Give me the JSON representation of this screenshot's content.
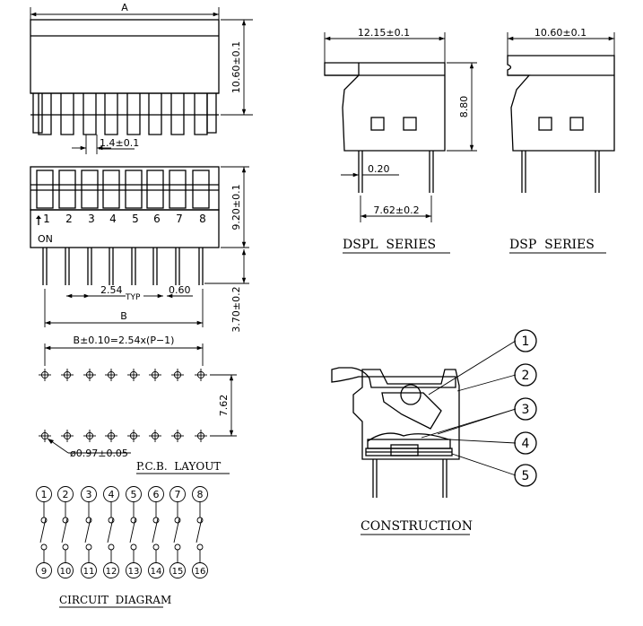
{
  "side_view": {
    "label_a": "A",
    "height_dim": "10.60±0.1",
    "pitch_dim": "1.4±0.1"
  },
  "top_view": {
    "switch_numbers": [
      "1",
      "2",
      "3",
      "4",
      "5",
      "6",
      "7",
      "8"
    ],
    "on_label": "ON",
    "height_dim": "9.20±0.1",
    "lead_dim": "3.70±0.2",
    "pitch_dim": "2.54",
    "typ_label": "TYP",
    "lead_width_dim": "0.60",
    "label_b": "B"
  },
  "pcb_layout": {
    "formula": "B±0.10=2.54x(P−1)",
    "row_spacing": "7.62",
    "hole_dia": "ø0.97±0.05",
    "caption": "P.C.B.  LAYOUT"
  },
  "circuit": {
    "top_pins": [
      "1",
      "2",
      "3",
      "4",
      "5",
      "6",
      "7",
      "8"
    ],
    "bottom_pins": [
      "9",
      "10",
      "11",
      "12",
      "13",
      "14",
      "15",
      "16"
    ],
    "caption": "CIRCUIT  DIAGRAM"
  },
  "dspl": {
    "width_dim": "12.15±0.1",
    "height_dim": "8.80",
    "lead_dim": "0.20",
    "pitch_dim": "7.62±0.2",
    "caption": "DSPL  SERIES"
  },
  "dsp": {
    "width_dim": "10.60±0.1",
    "caption": "DSP  SERIES"
  },
  "construction": {
    "callouts": [
      "1",
      "2",
      "3",
      "4",
      "5"
    ],
    "caption": "CONSTRUCTION"
  }
}
